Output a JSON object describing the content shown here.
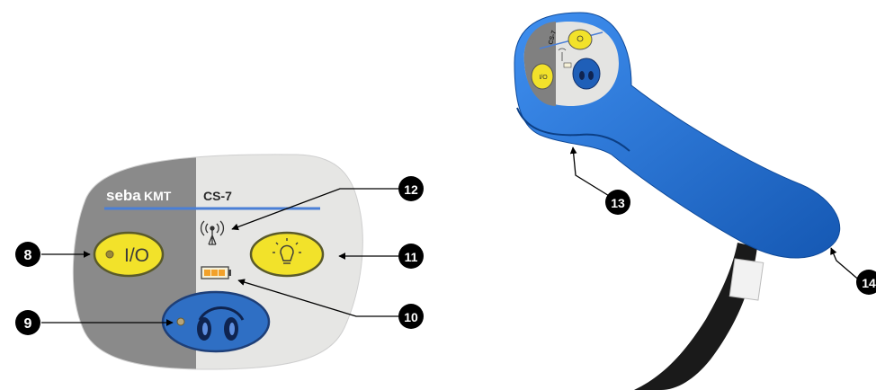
{
  "panel": {
    "brand_seba": "seba",
    "brand_kmt": "KMT",
    "model": "CS-7",
    "power_button_label": "I/O",
    "colors": {
      "panel_dark": "#8a8a8a",
      "panel_light": "#e6e6e4",
      "button_yellow": "#f2e22a",
      "button_blue": "#2f6fc4",
      "accent_line": "#4a7fd6"
    }
  },
  "callouts": {
    "c8": "8",
    "c9": "9",
    "c10": "10",
    "c11": "11",
    "c12": "12",
    "c13": "13",
    "c14": "14"
  },
  "handset": {
    "mini_model": "CS-7",
    "mini_power_label": "I/O",
    "colors": {
      "body_blue": "#1f6fd1",
      "cable": "#1a1a1a"
    }
  },
  "icons": [
    "antenna-icon",
    "battery-icon",
    "light-bulb-icon",
    "headphones-icon"
  ]
}
